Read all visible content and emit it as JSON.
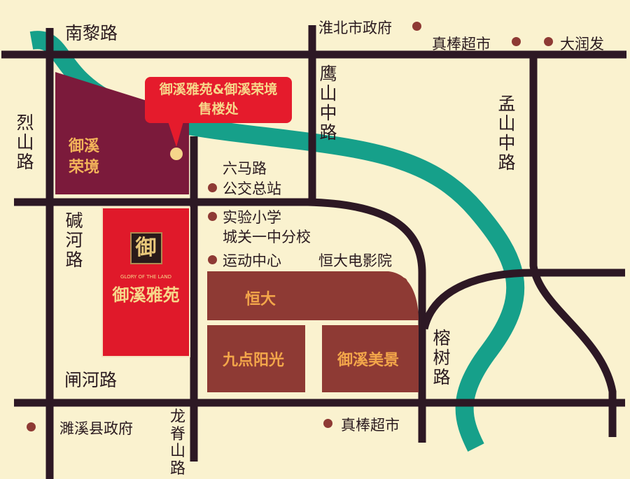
{
  "colors": {
    "background": "#faf2cf",
    "road": "#2d1824",
    "river": "#16a08a",
    "yuxi_rongjing": "#7b1a3b",
    "yuxi_yayuan": "#e0192a",
    "blocks": "#8e3a34",
    "block_text": "#f3a64a",
    "poi_dot": "#8e3a34"
  },
  "roads": {
    "nanli": "南黎路",
    "lieshan": "烈山路",
    "jianhe": "碱河路",
    "zhahe": "闸河路",
    "longji": "龙脊山路",
    "yingshan": "鹰山中路",
    "mengshan": "孟山中路",
    "rongshu": "榕树路"
  },
  "callout": {
    "line1": "御溪雅苑&御溪荣境",
    "line2": "售楼处"
  },
  "projects": {
    "rongjing": "御溪荣境",
    "yayuan_logo_char": "御",
    "yayuan_tagline": "GLORY OF THE LAND",
    "yayuan_name": "御溪雅苑"
  },
  "blocks": {
    "hengda": "恒大",
    "jiudian": "九点阳光",
    "meijing": "御溪美景"
  },
  "pois": {
    "huaibei_gov": "淮北市政府",
    "zhenbang_top": "真棒超市",
    "darunfa": "大润发",
    "liuma_line1": "六马路",
    "liuma_line2": "公交总站",
    "school_line1": "实验小学",
    "school_line2": "城关一中分校",
    "sports": "运动中心",
    "cinema": "恒大电影院",
    "suixi_gov": "濉溪县政府",
    "zhenbang_bottom": "真棒超市"
  }
}
